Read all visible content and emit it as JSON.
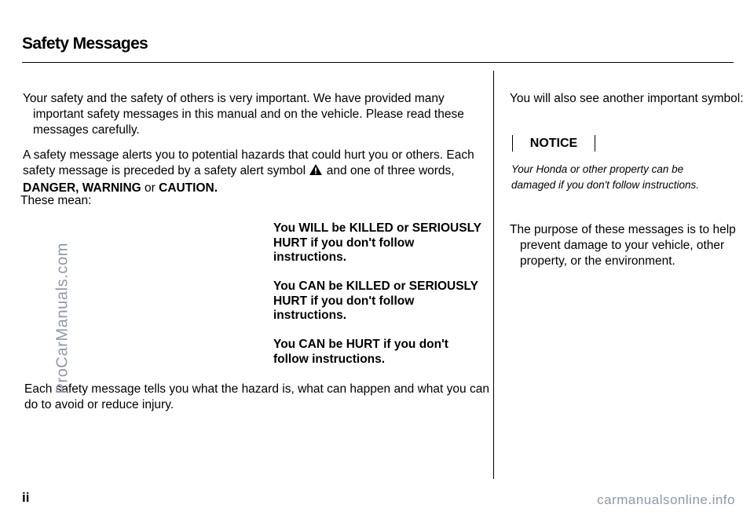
{
  "page": {
    "title": "Safety Messages",
    "number": "ii"
  },
  "left": {
    "intro": "Your safety and the safety of others is very important. We have provided many important safety messages in this manual and on the vehicle. Please read these messages carefully.",
    "alert_part1": "A safety message alerts you to potential hazards that could hurt you or others. Each safety message is preceded by a safety alert symbol",
    "alert_part2": "and one of three words,",
    "signal_words": "DANGER, WARNING",
    "or_word": "or",
    "last_word": "CAUTION.",
    "these_mean": "These mean:",
    "danger": "You WILL be KILLED or SERIOUSLY HURT if you don't follow instructions.",
    "warning": "You CAN be KILLED or SERIOUSLY HURT if you don't follow instructions.",
    "caution": "You CAN be HURT if you don't follow instructions.",
    "closing": "Each safety message tells you what the hazard is, what can happen and what you can do to avoid or reduce injury."
  },
  "right": {
    "intro": "You will also see another important symbol:",
    "notice_label": "NOTICE",
    "notice_text": "Your Honda or other property can be damaged if you don't follow instructions.",
    "purpose": "The purpose of these messages is to help prevent damage to your vehicle, other property, or the environment."
  },
  "watermark": {
    "side": "ProCarManuals.com",
    "footer": "carmanualsonline.info"
  },
  "icons": {
    "alert": "warning-triangle-icon"
  }
}
